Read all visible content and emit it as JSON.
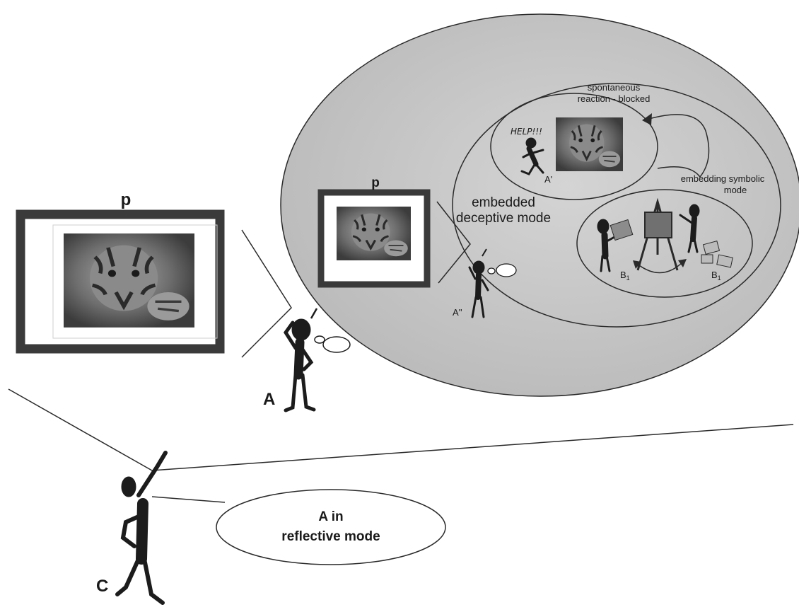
{
  "labels": {
    "p_big": "p",
    "p_small": "p",
    "a_main": "A",
    "a_double_prime": "A''",
    "a_prime": "A'",
    "c_label": "C",
    "b1_left": "B",
    "b1_left_sub": "1",
    "b1_right": "B",
    "b1_right_sub": "1",
    "embedded_deceptive_line1": "embedded",
    "embedded_deceptive_line2": "deceptive mode",
    "spontaneous_line1": "spontaneous",
    "spontaneous_line2": "reaction - blocked",
    "embedding_symbolic_line1": "embedding symbolic",
    "embedding_symbolic_line2": "mode",
    "help_text": "HELP!!!",
    "reflective_line1": "A in",
    "reflective_line2": "reflective mode"
  },
  "colors": {
    "bubble_fill": "#c9c9c9",
    "frame": "#3a3a3a",
    "figure": "#1c1c1c"
  },
  "icons": {
    "tiger_picture": "tiger-photo",
    "thinking_figure": "stick-figure-thinking",
    "pointing_figure": "stick-figure-pointing",
    "running_figure": "stick-figure-running",
    "painter_scene": "easel-painting"
  }
}
